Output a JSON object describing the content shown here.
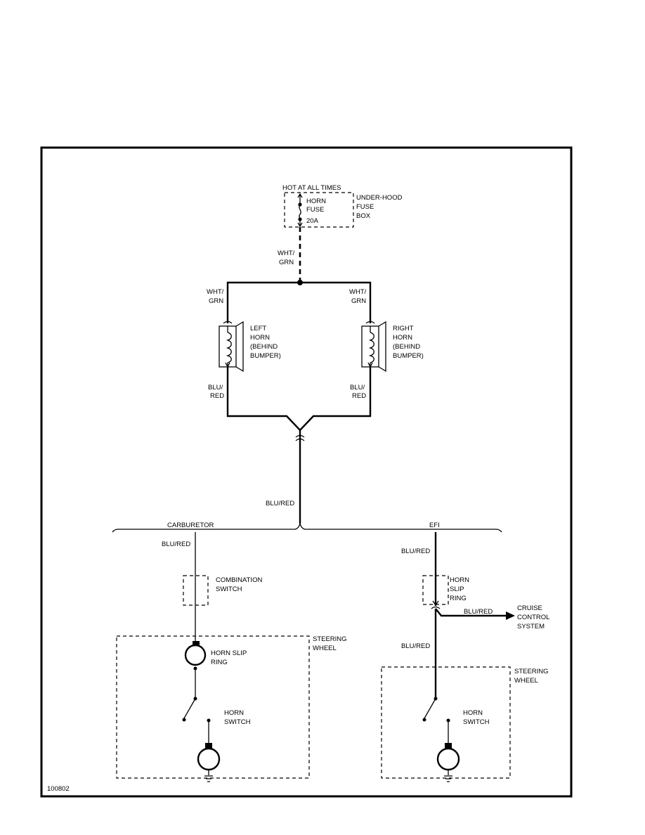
{
  "supply": {
    "label": "HOT AT ALL TIMES"
  },
  "fuse": {
    "line1": "HORN",
    "line2": "FUSE",
    "rating": "20A"
  },
  "fuse_box": {
    "line1": "UNDER-HOOD",
    "line2": "FUSE",
    "line3": "BOX"
  },
  "wires": {
    "feed": {
      "line1": "WHT/",
      "line2": "GRN"
    },
    "left_top": {
      "line1": "WHT/",
      "line2": "GRN"
    },
    "right_top": {
      "line1": "WHT/",
      "line2": "GRN"
    },
    "left_bottom": {
      "line1": "BLU/",
      "line2": "RED"
    },
    "right_bottom": {
      "line1": "BLU/",
      "line2": "RED"
    },
    "trunk": "BLU/RED",
    "carb_branch": "BLU/RED",
    "efi_branch": "BLU/RED",
    "cruise_branch": "BLU/RED",
    "efi_lower": "BLU/RED"
  },
  "left_horn": {
    "line1": "LEFT",
    "line2": "HORN",
    "line3": "(BEHIND",
    "line4": "BUMPER)"
  },
  "right_horn": {
    "line1": "RIGHT",
    "line2": "HORN",
    "line3": "(BEHIND",
    "line4": "BUMPER)"
  },
  "variants": {
    "carb": "CARBURETOR",
    "efi": "EFI"
  },
  "combination_switch": {
    "line1": "COMBINATION",
    "line2": "SWITCH"
  },
  "carb_steering": {
    "title1": "STEERING",
    "title2": "WHEEL",
    "slip1": "HORN SLIP",
    "slip2": "RING",
    "switch1": "HORN",
    "switch2": "SWITCH"
  },
  "efi_slip_ring": {
    "line1": "HORN",
    "line2": "SLIP",
    "line3": "RING"
  },
  "cruise": {
    "line1": "CRUISE",
    "line2": "CONTROL",
    "line3": "SYSTEM"
  },
  "efi_steering": {
    "title1": "STEERING",
    "title2": "WHEEL",
    "switch1": "HORN",
    "switch2": "SWITCH"
  },
  "figure_id": "100802"
}
